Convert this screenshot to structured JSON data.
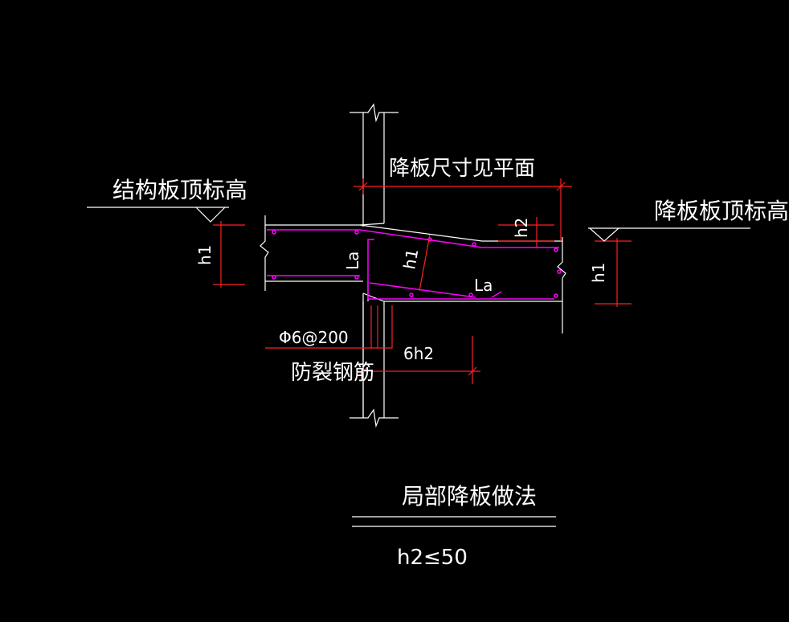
{
  "colors": {
    "background": "#000000",
    "structure_line": "#ffffff",
    "rebar": "#ff00ff",
    "dimension": "#ff0000",
    "text": "#ffffff"
  },
  "labels": {
    "structural_slab_top": "结构板顶标高",
    "dropped_slab_top": "降板板顶标高",
    "drop_dimension_note": "降板尺寸见平面",
    "h1_left": "h1",
    "h1_right": "h1",
    "h1_slope": "h1",
    "h2": "h2",
    "la_vertical": "La",
    "la_horizontal": "La",
    "rebar_spec": "Φ6@200",
    "anti_crack_rebar": "防裂钢筋",
    "six_h2": "6h2",
    "title": "局部降板做法",
    "note": "h2≤50"
  }
}
